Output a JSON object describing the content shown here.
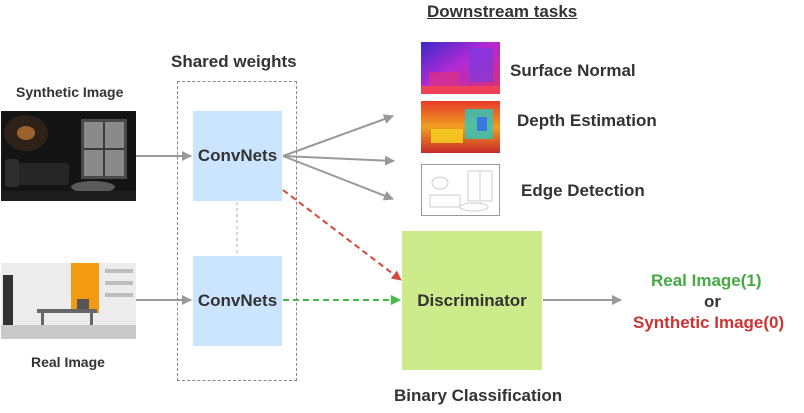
{
  "heading": "Downstream tasks",
  "shared_label": "Shared weights",
  "synthetic_label": "Synthetic Image",
  "real_label": "Real Image",
  "encoder_top": "ConvNets",
  "encoder_bottom": "ConvNets",
  "discriminator": "Discriminator",
  "binary_label": "Binary Classification",
  "tasks": [
    "Surface Normal",
    "Depth Estimation",
    "Edge Detection"
  ],
  "output": {
    "real": "Real Image(1)",
    "or": "or",
    "synthetic": "Synthetic Image(0)"
  },
  "colors": {
    "encoder_fill": "#cce5ff",
    "discriminator_fill": "#cdeb8b",
    "arrow": "#999999",
    "synthetic_path": "#d24a3a",
    "real_path": "#44bb44",
    "real_text": "#44aa44",
    "synthetic_text": "#cc3333"
  }
}
